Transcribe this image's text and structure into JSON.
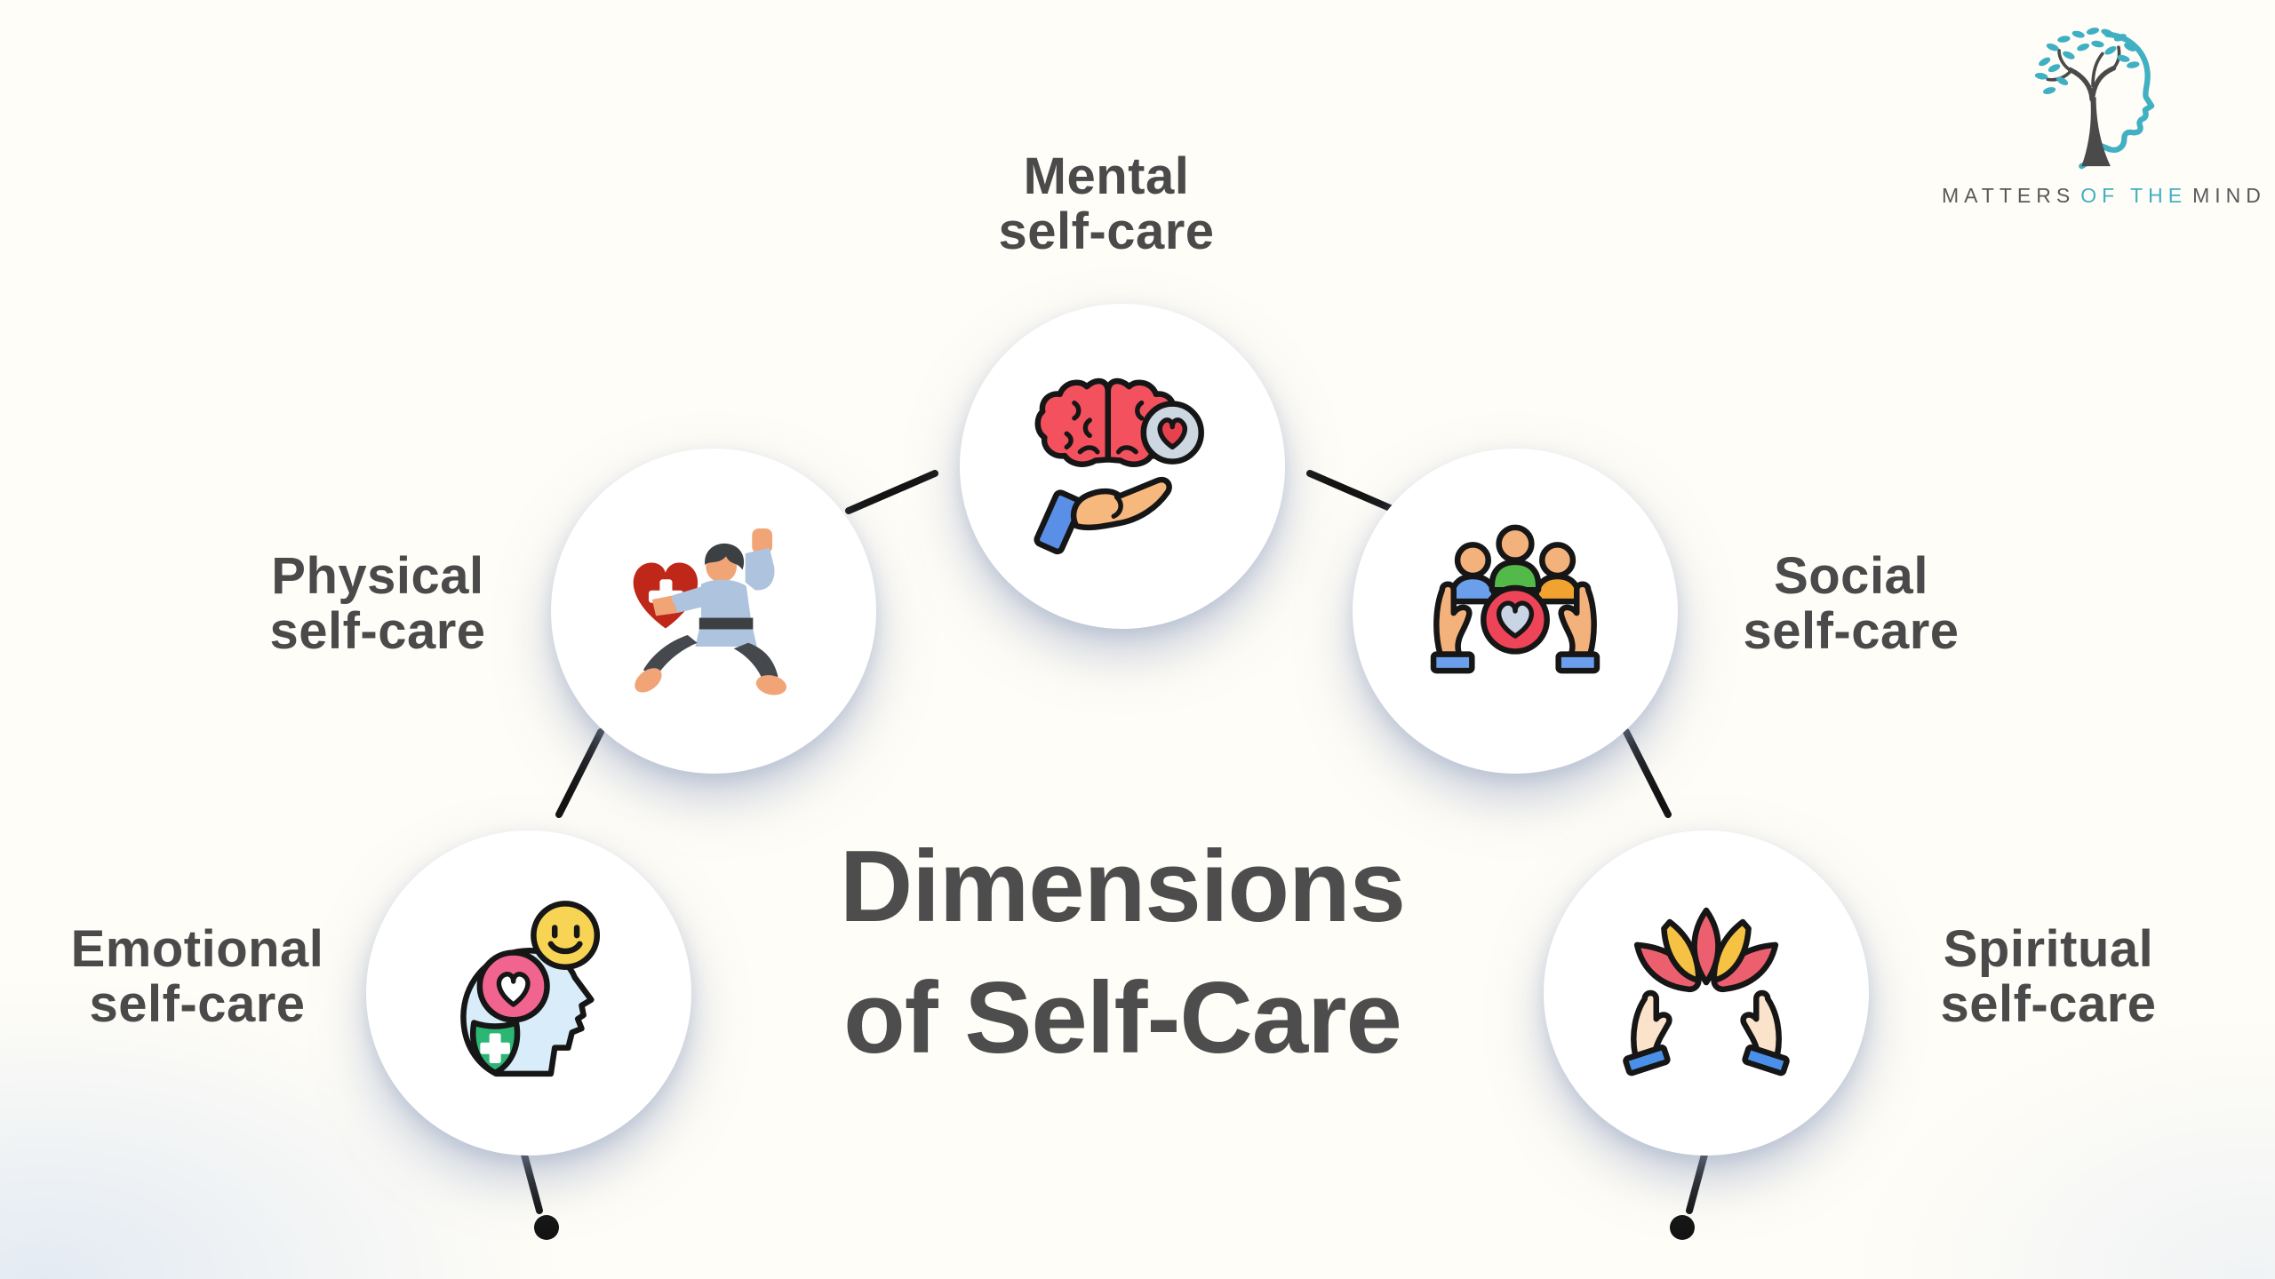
{
  "page": {
    "title": "Dimensions\nof Self-Care"
  },
  "logo": {
    "name": "Matters of the Mind",
    "word1": "MATTERS",
    "word2": "OF THE",
    "word3": "MIND"
  },
  "nodes": {
    "mental": {
      "label": "Mental\nself-care",
      "icon": "brain-with-heart-in-hand-icon"
    },
    "physical": {
      "label": "Physical\nself-care",
      "icon": "martial-artist-holding-heart-icon"
    },
    "social": {
      "label": "Social\nself-care",
      "icon": "hands-holding-people-heart-icon"
    },
    "emotional": {
      "label": "Emotional\nself-care",
      "icon": "head-profile-smiley-heart-shield-icon"
    },
    "spiritual": {
      "label": "Spiritual\nself-care",
      "icon": "hands-holding-lotus-icon"
    }
  },
  "colors": {
    "background": "#fffdf7",
    "text": "#4a4a4a",
    "connector": "#141414",
    "circle_fill": "#ffffff",
    "circle_shadow": "#8d9ebd",
    "logo_teal": "#41b0c2",
    "logo_gray": "#58595b",
    "icon_red": "#ee4458",
    "icon_dark_red": "#bf2718",
    "icon_pink": "#f1648f",
    "icon_yellow": "#f8d455",
    "icon_green": "#2cb673",
    "icon_blue": "#5b94e8",
    "icon_light_blue": "#d8edf9",
    "icon_skin": "#f3b27c"
  }
}
